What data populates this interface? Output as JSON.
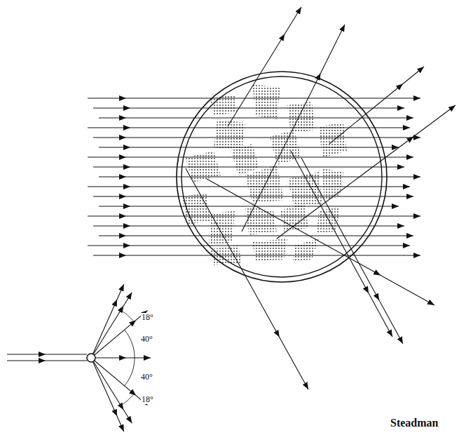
{
  "diagram": {
    "labels": [
      "18°",
      "40°",
      "40°",
      "18°",
      "Steadman"
    ]
  }
}
